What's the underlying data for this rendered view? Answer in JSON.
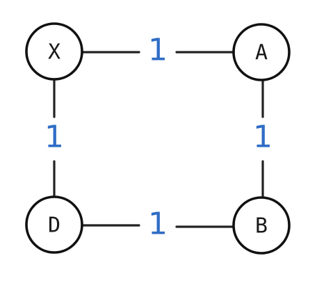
{
  "colors": {
    "weight": "#2f6cc6",
    "node_stroke": "#111111",
    "edge_stroke": "#222222"
  },
  "nodes": [
    {
      "id": "X",
      "label": "X"
    },
    {
      "id": "A",
      "label": "A"
    },
    {
      "id": "D",
      "label": "D"
    },
    {
      "id": "B",
      "label": "B"
    }
  ],
  "edges": [
    {
      "from": "X",
      "to": "A",
      "weight": "1"
    },
    {
      "from": "X",
      "to": "D",
      "weight": "1"
    },
    {
      "from": "A",
      "to": "B",
      "weight": "1"
    },
    {
      "from": "D",
      "to": "B",
      "weight": "1"
    }
  ]
}
